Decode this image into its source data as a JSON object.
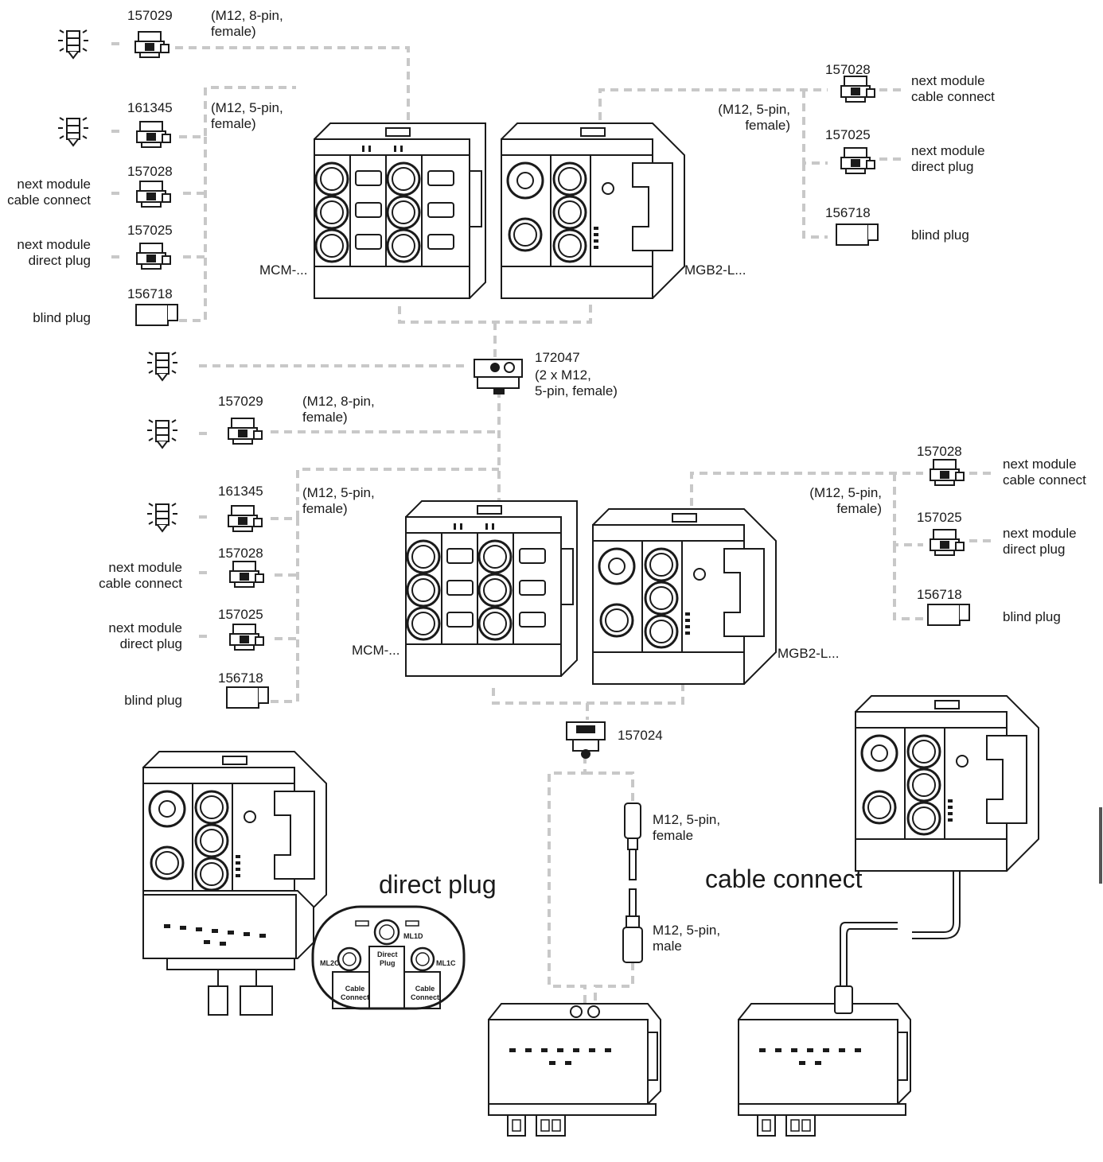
{
  "upper": {
    "left": {
      "p1": {
        "num": "157029",
        "spec": "(M12, 8-pin,\nfemale)"
      },
      "p2": {
        "num": "161345",
        "spec": "(M12, 5-pin,\nfemale)"
      },
      "p3": {
        "num": "157028",
        "desc": "next module\ncable connect"
      },
      "p4": {
        "num": "157025",
        "desc": "next module\ndirect plug"
      },
      "p5": {
        "num": "156718",
        "desc": "blind plug"
      }
    },
    "mcm": "MCM-...",
    "mgb": "MGB2-L...",
    "right": {
      "spec": "(M12, 5-pin,\nfemale)",
      "p1": {
        "num": "157028",
        "desc": "next module\ncable connect"
      },
      "p2": {
        "num": "157025",
        "desc": "next module\ndirect plug"
      },
      "p3": {
        "num": "156718",
        "desc": "blind plug"
      }
    }
  },
  "splitter": {
    "num": "172047",
    "spec": "(2 x M12,\n5-pin, female)"
  },
  "lower": {
    "left": {
      "p1": {
        "num": "157029",
        "spec": "(M12, 8-pin,\nfemale)"
      },
      "p2": {
        "num": "161345",
        "spec": "(M12, 5-pin,\nfemale)"
      },
      "p3": {
        "num": "157028",
        "desc": "next module\ncable connect"
      },
      "p4": {
        "num": "157025",
        "desc": "next module\ndirect plug"
      },
      "p5": {
        "num": "156718",
        "desc": "blind plug"
      }
    },
    "mcm": "MCM-...",
    "mgb": "MGB2-L...",
    "right": {
      "spec": "(M12, 5-pin,\nfemale)",
      "p1": {
        "num": "157028",
        "desc": "next module\ncable connect"
      },
      "p2": {
        "num": "157025",
        "desc": "next module\ndirect plug"
      },
      "p3": {
        "num": "156718",
        "desc": "blind plug"
      }
    }
  },
  "adapter": {
    "num": "157024"
  },
  "cable": {
    "female": "M12, 5-pin,\nfemale",
    "male": "M12, 5-pin,\nmale"
  },
  "headings": {
    "direct": "direct plug",
    "cable": "cable connect"
  },
  "detail": {
    "ml1d": "ML1D",
    "ml2c": "ML2C",
    "ml1c": "ML1C",
    "direct_plug": "Direct\nPlug",
    "cable_connect_left": "Cable\nConnect",
    "cable_connect_right": "Cable\nConnect"
  },
  "colors": {
    "wire": "#c8c8c8",
    "line": "#1a1a1a"
  }
}
